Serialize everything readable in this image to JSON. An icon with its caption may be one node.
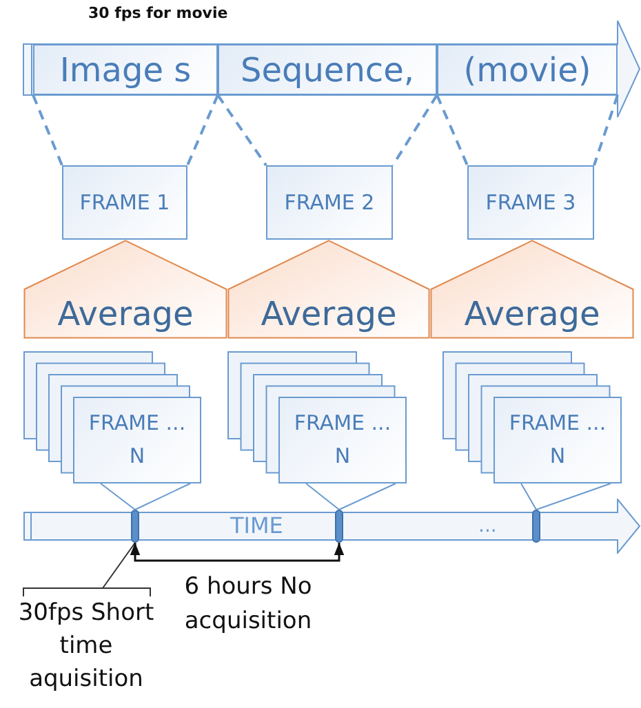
{
  "diagram": {
    "nodes": [
      {
        "text": [
          "Image s"
        ]
      },
      {
        "text": [
          "Sequence,"
        ]
      },
      {
        "text": [
          "(movie)"
        ]
      },
      {
        "text": [
          "FRAME 1"
        ]
      },
      {
        "text": [
          "FRAME 2"
        ]
      },
      {
        "text": [
          "FRAME 3"
        ]
      },
      {
        "text": [
          "Average"
        ]
      },
      {
        "text": [
          "Average"
        ]
      },
      {
        "text": [
          "Average"
        ]
      },
      {
        "text": [
          "FRAME ... N"
        ]
      },
      {
        "text": [
          "FRAME ... N"
        ]
      },
      {
        "text": [
          "FRAME ... N"
        ]
      },
      {
        "text": [
          "TIME",
          "..."
        ]
      },
      {
        "text": [],
        "shape": "bar",
        "in": 12
      },
      {
        "text": [],
        "shape": "bar",
        "in": 12
      },
      {
        "text": [],
        "shape": "bar",
        "in": 12
      },
      {
        "text": [
          "30fps Short time aquisition"
        ]
      }
    ],
    "edges": [
      {
        "from": 0,
        "to": 3,
        "arrow": "none",
        "style": "dashed"
      },
      {
        "from": 0,
        "to": 3,
        "arrow": "none",
        "style": "dashed"
      },
      {
        "from": 1,
        "to": 4,
        "arrow": "none",
        "style": "dashed"
      },
      {
        "from": 1,
        "to": 4,
        "arrow": "none",
        "style": "dashed"
      },
      {
        "from": 2,
        "to": 5,
        "arrow": "none",
        "style": "dashed"
      },
      {
        "from": 2,
        "to": 5,
        "arrow": "none",
        "style": "dashed"
      },
      {
        "from": 9,
        "to": 13,
        "arrow": "none"
      },
      {
        "from": 9,
        "to": 13,
        "arrow": "none"
      },
      {
        "from": 10,
        "to": 14,
        "arrow": "none"
      },
      {
        "from": 10,
        "to": 14,
        "arrow": "none"
      },
      {
        "from": 11,
        "to": 15,
        "arrow": "none"
      },
      {
        "from": 11,
        "to": 15,
        "arrow": "none"
      },
      {
        "from": 16,
        "to": 13,
        "arrow": "none",
        "color": "#333333"
      },
      {
        "from": 13,
        "to": 14,
        "arrow": "both",
        "label": "6 hours No acquisition",
        "color": "#111111"
      }
    ],
    "labels": [
      "30 fps for movie"
    ]
  }
}
